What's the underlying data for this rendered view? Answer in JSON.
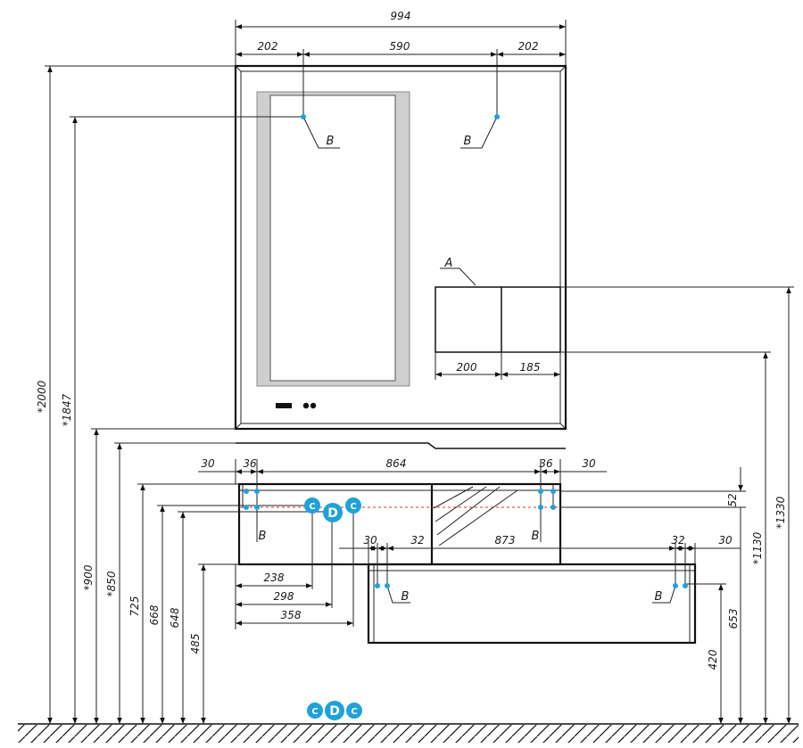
{
  "dimensions": {
    "mirror_width": "994",
    "side_left": "202",
    "center": "590",
    "side_right": "202",
    "total_height": "*2000",
    "mirror_top": "*1847",
    "vanity_top": "*900",
    "vanity_body": "*850",
    "h725": "725",
    "h668": "668",
    "h648": "648",
    "h485": "485",
    "cab_width_a": "200",
    "cab_width_b": "185",
    "v_30_left": "30",
    "v_36_left": "36",
    "v_inner": "864",
    "v_36_right": "36",
    "v_30_right": "30",
    "d238": "238",
    "d298": "298",
    "d358": "358",
    "d30_drawer_l": "30",
    "d32_drawer_l": "32",
    "d873": "873",
    "d32_drawer_r": "32",
    "d30_drawer_r": "30",
    "d52": "52",
    "d1130": "*1130",
    "d1330": "*1330",
    "d653": "653",
    "d420": "420"
  },
  "labels": {
    "A": "A",
    "B": "B",
    "C": "C",
    "D": "D"
  },
  "colors": {
    "marker": "#1fa2d8",
    "line": "#111111",
    "glass": "#cfcfcf"
  }
}
